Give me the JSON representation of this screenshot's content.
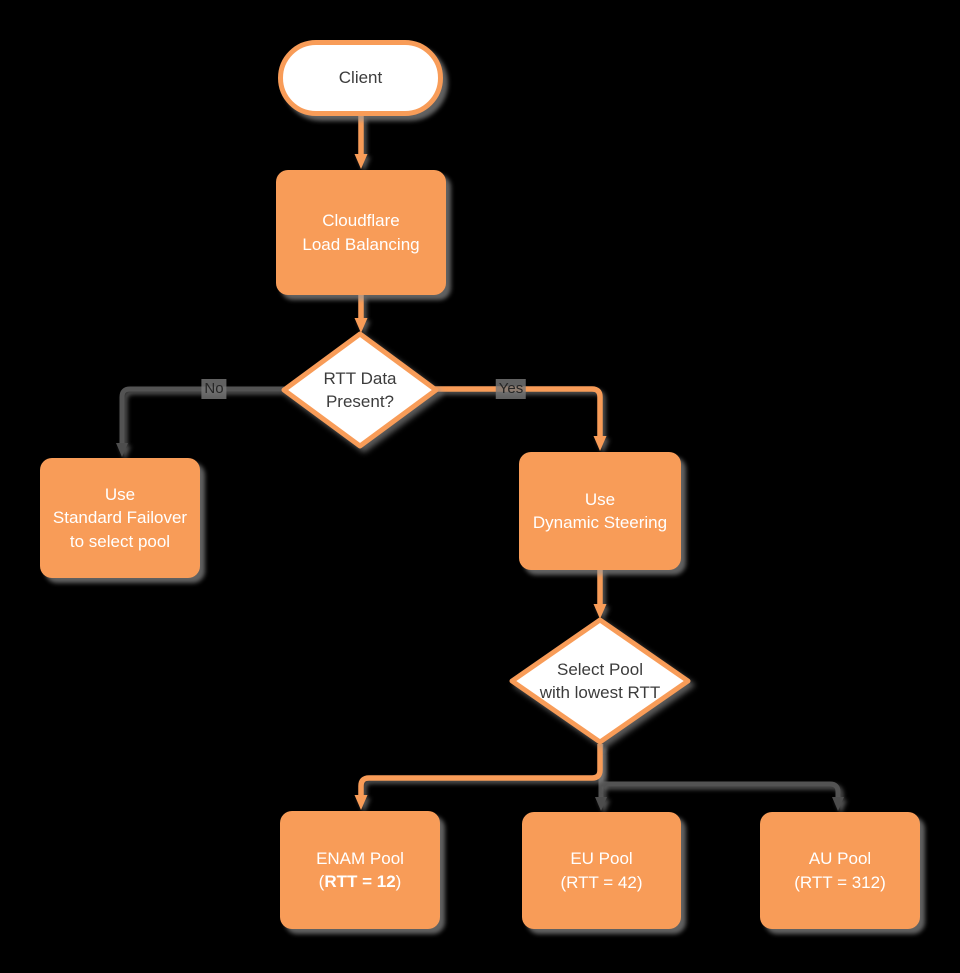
{
  "colors": {
    "background": "#000000",
    "orange": "#F89C58",
    "line_gray": "#535353",
    "arrow_gray": "#4D4D4D",
    "node_text_dark": "#3C3C3C",
    "node_text_light": "#FFFFFF",
    "edge_label_text": "#262626"
  },
  "nodes": {
    "client": {
      "label": "Client"
    },
    "load_balancer": {
      "label": "Cloudflare\nLoad Balancing"
    },
    "rtt_decision": {
      "label": "RTT Data\nPresent?"
    },
    "standard_failover": {
      "label": "Use\nStandard Failover\nto select pool"
    },
    "dynamic_steering": {
      "label": "Use\nDynamic Steering"
    },
    "pool_decision": {
      "label": "Select Pool\nwith lowest RTT"
    },
    "enam_pool": {
      "name": "ENAM Pool",
      "paren_open": "(",
      "rtt_bold": "RTT = 12",
      "paren_close": ")"
    },
    "eu_pool": {
      "name": "EU Pool",
      "rtt_line": "(RTT = 42)"
    },
    "au_pool": {
      "name": "AU Pool",
      "rtt_line": "(RTT = 312)"
    }
  },
  "edges": {
    "no_label": "No",
    "yes_label": "Yes"
  }
}
